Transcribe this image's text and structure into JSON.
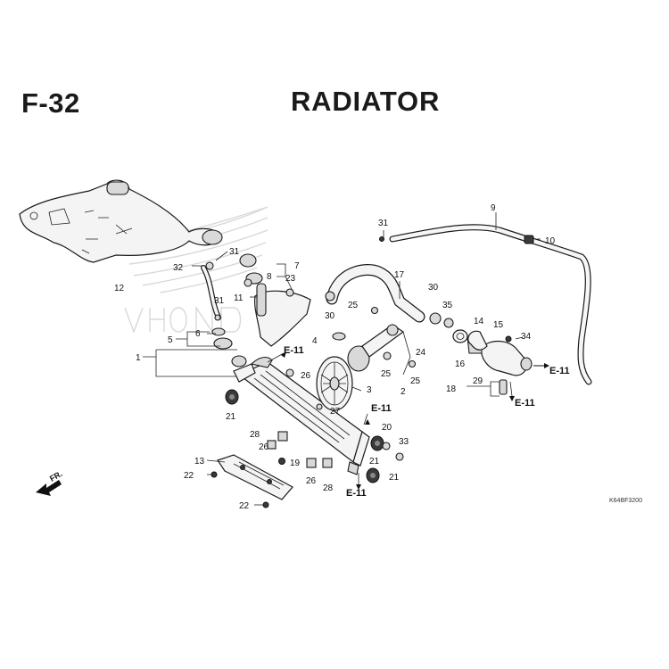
{
  "header": {
    "section": "F-32",
    "title": "RADIATOR"
  },
  "diagram_code": "K64BF3200",
  "front_indicator": "FR.",
  "reference_label": "E-11",
  "callouts": {
    "c1": "1",
    "c2": "2",
    "c3": "3",
    "c4": "4",
    "c5": "5",
    "c6": "6",
    "c7": "7",
    "c8": "8",
    "c9": "9",
    "c10": "10",
    "c11": "11",
    "c12": "12",
    "c13": "13",
    "c14": "14",
    "c15": "15",
    "c16": "16",
    "c17": "17",
    "c18": "18",
    "c19": "19",
    "c20": "20",
    "c21a": "21",
    "c21b": "21",
    "c21c": "21",
    "c22a": "22",
    "c22b": "22",
    "c23": "23",
    "c24": "24",
    "c25a": "25",
    "c25b": "25",
    "c25c": "25",
    "c26a": "26",
    "c26b": "26",
    "c26c": "26",
    "c27": "27",
    "c28a": "28",
    "c28b": "28",
    "c29": "29",
    "c30a": "30",
    "c30b": "30",
    "c31a": "31",
    "c31b": "31",
    "c31c": "31",
    "c32": "32",
    "c33": "33",
    "c34": "34",
    "c35": "35"
  }
}
